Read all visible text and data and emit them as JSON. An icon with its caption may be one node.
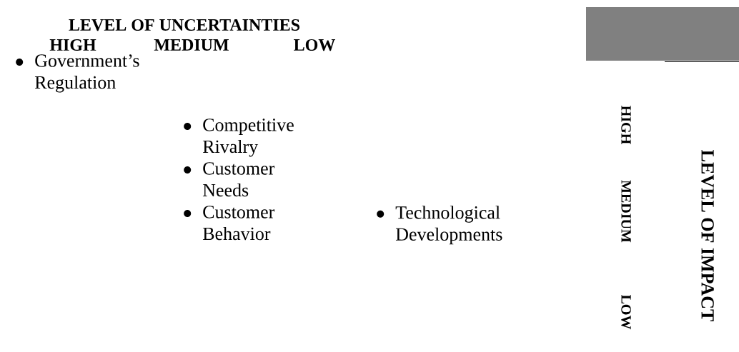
{
  "diagram": {
    "nodes": [
      {
        "text": [],
        "shape": "box"
      }
    ],
    "labels": [
      "LEVEL OF UNCERTAINTIES",
      "HIGH",
      "MEDIUM",
      "LOW",
      "Government’s Regulation",
      "Competitive Rivalry",
      "Customer Needs",
      "Customer Behavior",
      "Technological Developments",
      "HIGH",
      "MEDIUM",
      "LOW",
      "LEVEL OF IMPACT"
    ]
  }
}
